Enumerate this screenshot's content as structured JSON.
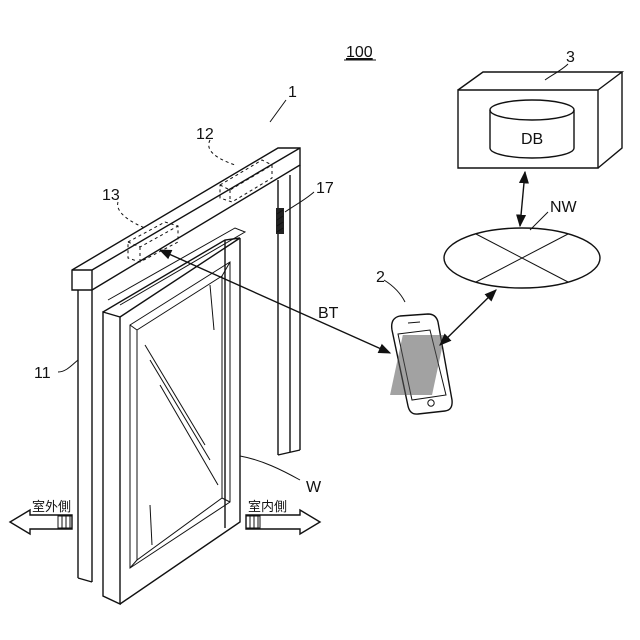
{
  "labels": {
    "system": "100",
    "door": "1",
    "terminal": "2",
    "server": "3",
    "frame": "11",
    "sensor_top": "12",
    "unit": "13",
    "sensor_side": "17",
    "bluetooth": "BT",
    "network": "NW",
    "window": "W",
    "database": "DB",
    "outdoor": "室外側",
    "indoor": "室内側"
  }
}
